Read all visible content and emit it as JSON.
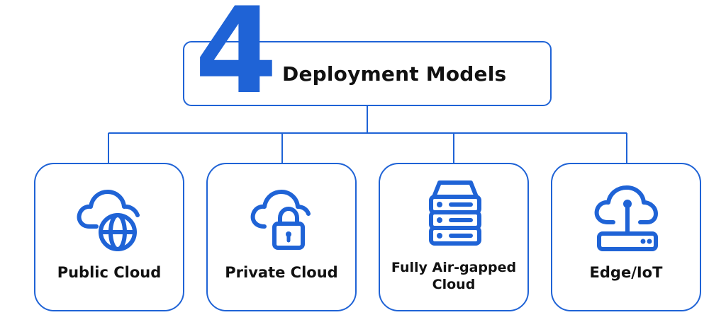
{
  "title": {
    "number": "4",
    "text": "Deployment Models"
  },
  "models": [
    {
      "label": "Public Cloud",
      "icon": "cloud-globe-icon"
    },
    {
      "label": "Private Cloud",
      "icon": "cloud-lock-icon"
    },
    {
      "label": "Fully Air-gapped Cloud",
      "icon": "server-rack-icon"
    },
    {
      "label": "Edge/IoT",
      "icon": "cloud-edge-device-icon"
    }
  ],
  "colors": {
    "accent": "#1f63d6",
    "text": "#111111",
    "background": "#ffffff"
  }
}
